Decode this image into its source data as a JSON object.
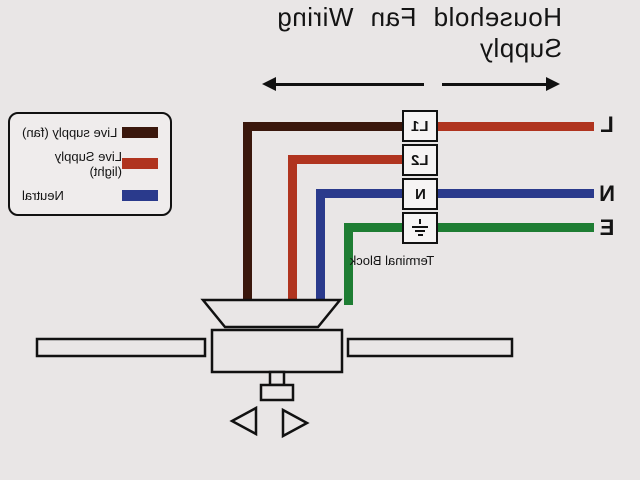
{
  "title": {
    "line1": "Household Fan Wiring",
    "line2": "Supply"
  },
  "legend": {
    "items": [
      {
        "label": "Live supply (fan)",
        "color": "#3a170c"
      },
      {
        "label": "Live Supply (light)",
        "color": "#b0341f"
      },
      {
        "label": "Neutral",
        "color": "#2a3a8c"
      }
    ]
  },
  "terminal_block": {
    "caption": "Terminal Block",
    "terminals": [
      {
        "label": "L1"
      },
      {
        "label": "L2"
      },
      {
        "label": "N"
      },
      {
        "label": "",
        "icon": "earth-symbol"
      }
    ]
  },
  "supply": {
    "labels": [
      {
        "label": "L",
        "wire_color": "#b0341f"
      },
      {
        "label": "N",
        "wire_color": "#2a3a8c"
      },
      {
        "label": "E",
        "wire_color": "#1e7d33"
      }
    ]
  },
  "colors": {
    "background": "#e9e6e6",
    "live_fan_wire": "#3a170c",
    "live_light_wire": "#b0341f",
    "neutral_wire": "#2a3a8c",
    "earth_wire": "#1e7d33",
    "outline": "#111111"
  }
}
